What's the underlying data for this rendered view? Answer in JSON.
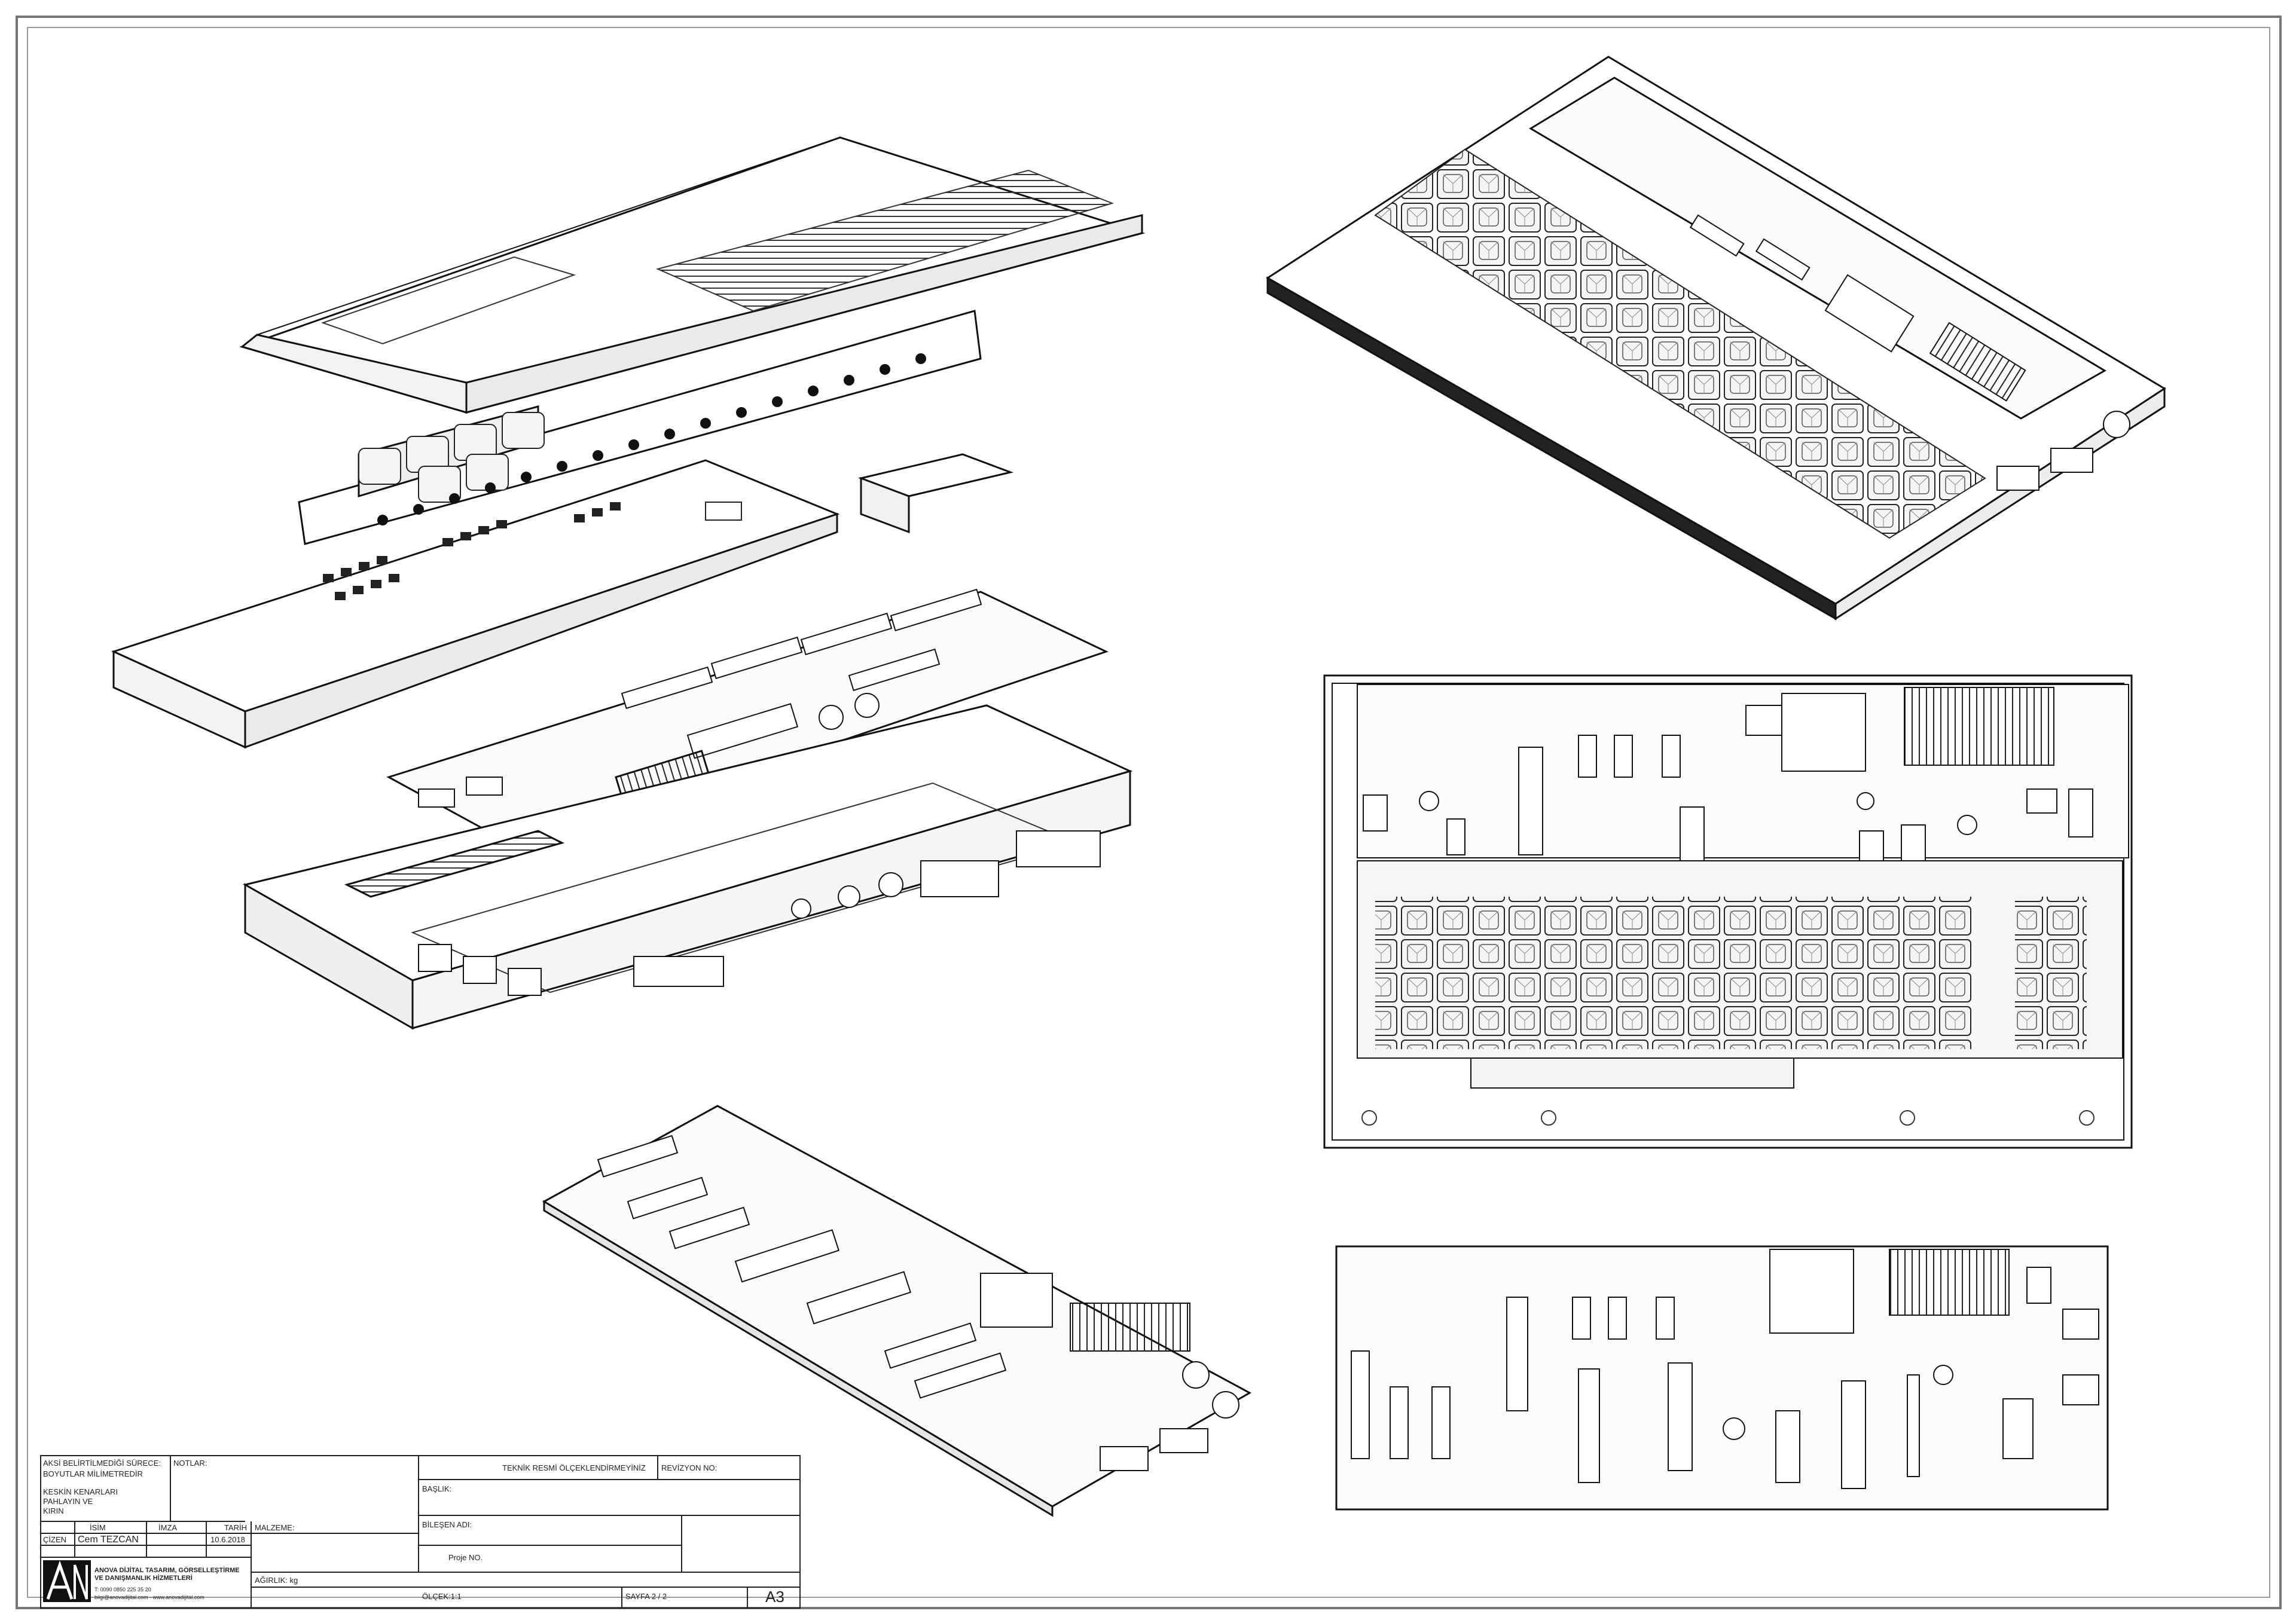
{
  "title_block": {
    "general_note": "AKSİ BELİRTİLMEDİĞİ SÜRECE:",
    "general_note_2": "BOYUTLAR MİLİMETREDİR",
    "edge_note": "KESKİN KENARLARI",
    "edge_note_2": "PAHLAYIN VE",
    "edge_note_3": "KIRIN",
    "notes_label": "NOTLAR:",
    "no_scale": "TEKNİK RESMİ ÖLÇEKLENDİRMEYİNİZ",
    "revision": "REVİZYON NO:",
    "heading": "BAŞLIK:",
    "col_name": "İSİM",
    "col_signature": "İMZA",
    "col_date": "TARİH",
    "drawn_label": "ÇİZEN",
    "drawn_name": "Cem TEZCAN",
    "drawn_date": "10.6.2018",
    "material": "MALZEME:",
    "component_name": "BİLEŞEN ADI:",
    "project_no": "Proje NO.",
    "weight": "AĞIRLIK: kg",
    "scale": "ÖLÇEK:1:1",
    "sheet": "SAYFA 2 / 2",
    "size": "A3",
    "company": "ANOVA DİJİTAL TASARIM, GÖRSELLEŞTİRME",
    "company_2": "VE DANIŞMANLIK HİZMETLERİ",
    "phone": "T: 0090 0850 225 35 20",
    "contact": "bilgi@anovadijital.com - www.anovadijital.com"
  },
  "views": [
    {
      "name": "exploded-isometric-view"
    },
    {
      "name": "assembled-isometric-view-no-top-cover"
    },
    {
      "name": "top-plan-view"
    },
    {
      "name": "motherboard-isometric-view"
    },
    {
      "name": "motherboard-top-view"
    }
  ]
}
